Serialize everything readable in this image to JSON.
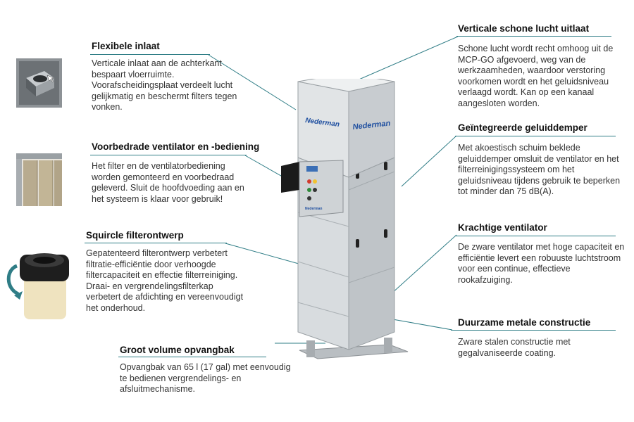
{
  "colors": {
    "accent": "#2f7d86",
    "brand": "#1f4fa0",
    "steel": "#c9cdd1"
  },
  "machine": {
    "brand_label": "Nederman",
    "brand_label_2": "Nederman",
    "panel_badge": "Nederman"
  },
  "features": [
    {
      "title": "Flexibele inlaat",
      "body": "Verticale inlaat aan de achterkant bespaart vloerruimte. Voorafscheidingsplaat verdeelt lucht gelijkmatig en beschermt filters tegen vonken."
    },
    {
      "title": "Voorbedrade ventilator en -bediening",
      "body": "Het filter en de ventilatorbediening worden gemonteerd en voorbedraad geleverd. Sluit de hoofdvoeding aan en het systeem is klaar voor gebruik!"
    },
    {
      "title": "Squircle filterontwerp",
      "body": "Gepatenteerd filterontwerp verbetert filtratie-efficiëntie door verhoogde filtercapaciteit en effectie filterreiniging. Draai- en vergrendelingsfilterkap verbetert de afdichting en vereenvoudigt het onderhoud."
    },
    {
      "title": "Groot volume opvangbak",
      "body": "Opvangbak van 65 l (17 gal) met eenvoudig te bedienen vergrendelings- en afsluitmechanisme."
    },
    {
      "title": "Verticale schone lucht uitlaat",
      "body": "Schone lucht wordt recht omhoog uit de MCP-GO afgevoerd, weg van de werkzaamheden, waardoor verstoring voorkomen wordt en het geluidsniveau verlaagd wordt. Kan op een kanaal aangesloten worden."
    },
    {
      "title": "Geïntegreerde geluiddemper",
      "body": "Met akoestisch schuim beklede geluiddemper omsluit de ventilator en het filterreinigingssysteem om het geluidsniveau tijdens gebruik te beperken tot minder dan 75 dB(A)."
    },
    {
      "title": "Krachtige ventilator",
      "body": "De zware ventilator met hoge capaciteit en efficiëntie levert een robuuste luchtstroom voor een continue, effectieve rookafzuiging."
    },
    {
      "title": "Duurzame metale constructie",
      "body": "Zware stalen constructie met gegalvaniseerde coating."
    }
  ]
}
